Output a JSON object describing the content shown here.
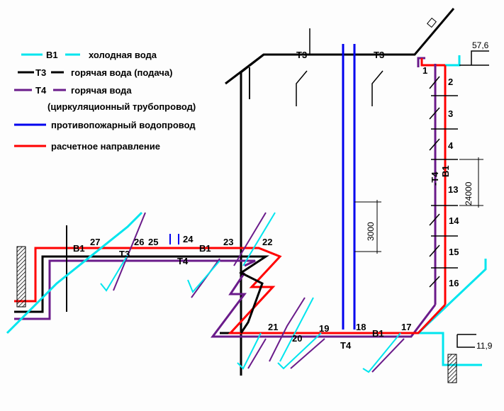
{
  "colors": {
    "cold_water": "#00e5ee",
    "hot_supply": "#000000",
    "hot_circulation": "#6a1b8a",
    "fire_water": "#0000ee",
    "design_direction": "#ff0000"
  },
  "legend": [
    {
      "code": "В1",
      "label": "холодная вода",
      "color": "#00e5ee"
    },
    {
      "code": "Т3",
      "label": "горячая вода (подача)",
      "color": "#000000"
    },
    {
      "code": "Т4",
      "label": "горячая вода",
      "label2": "(циркуляционный трубопровод)",
      "color": "#6a1b8a"
    },
    {
      "code": "",
      "label": "противопожарный водопровод",
      "color": "#0000ee"
    },
    {
      "code": "",
      "label": "расчетное направление",
      "color": "#ff0000"
    }
  ],
  "pipe_labels": {
    "t3_top_left": "Т3",
    "t3_top_right": "Т3",
    "t3_low": "Т3",
    "t4_mid": "Т4",
    "t4_bottom": "Т4",
    "b1_left": "В1",
    "b1_mid": "В1",
    "b1_bottom": "В1",
    "riser_t4": "-Т4",
    "riser_b1": "В1"
  },
  "nodes": [
    "1",
    "2",
    "3",
    "4",
    "13",
    "14",
    "15",
    "16",
    "17",
    "18",
    "19",
    "20",
    "21",
    "22",
    "23",
    "24",
    "25",
    "26",
    "27"
  ],
  "dimensions": {
    "top_elevation": "57,6",
    "bottom_elevation": "11,9",
    "riser_height": "24000",
    "floor_height": "3000"
  }
}
